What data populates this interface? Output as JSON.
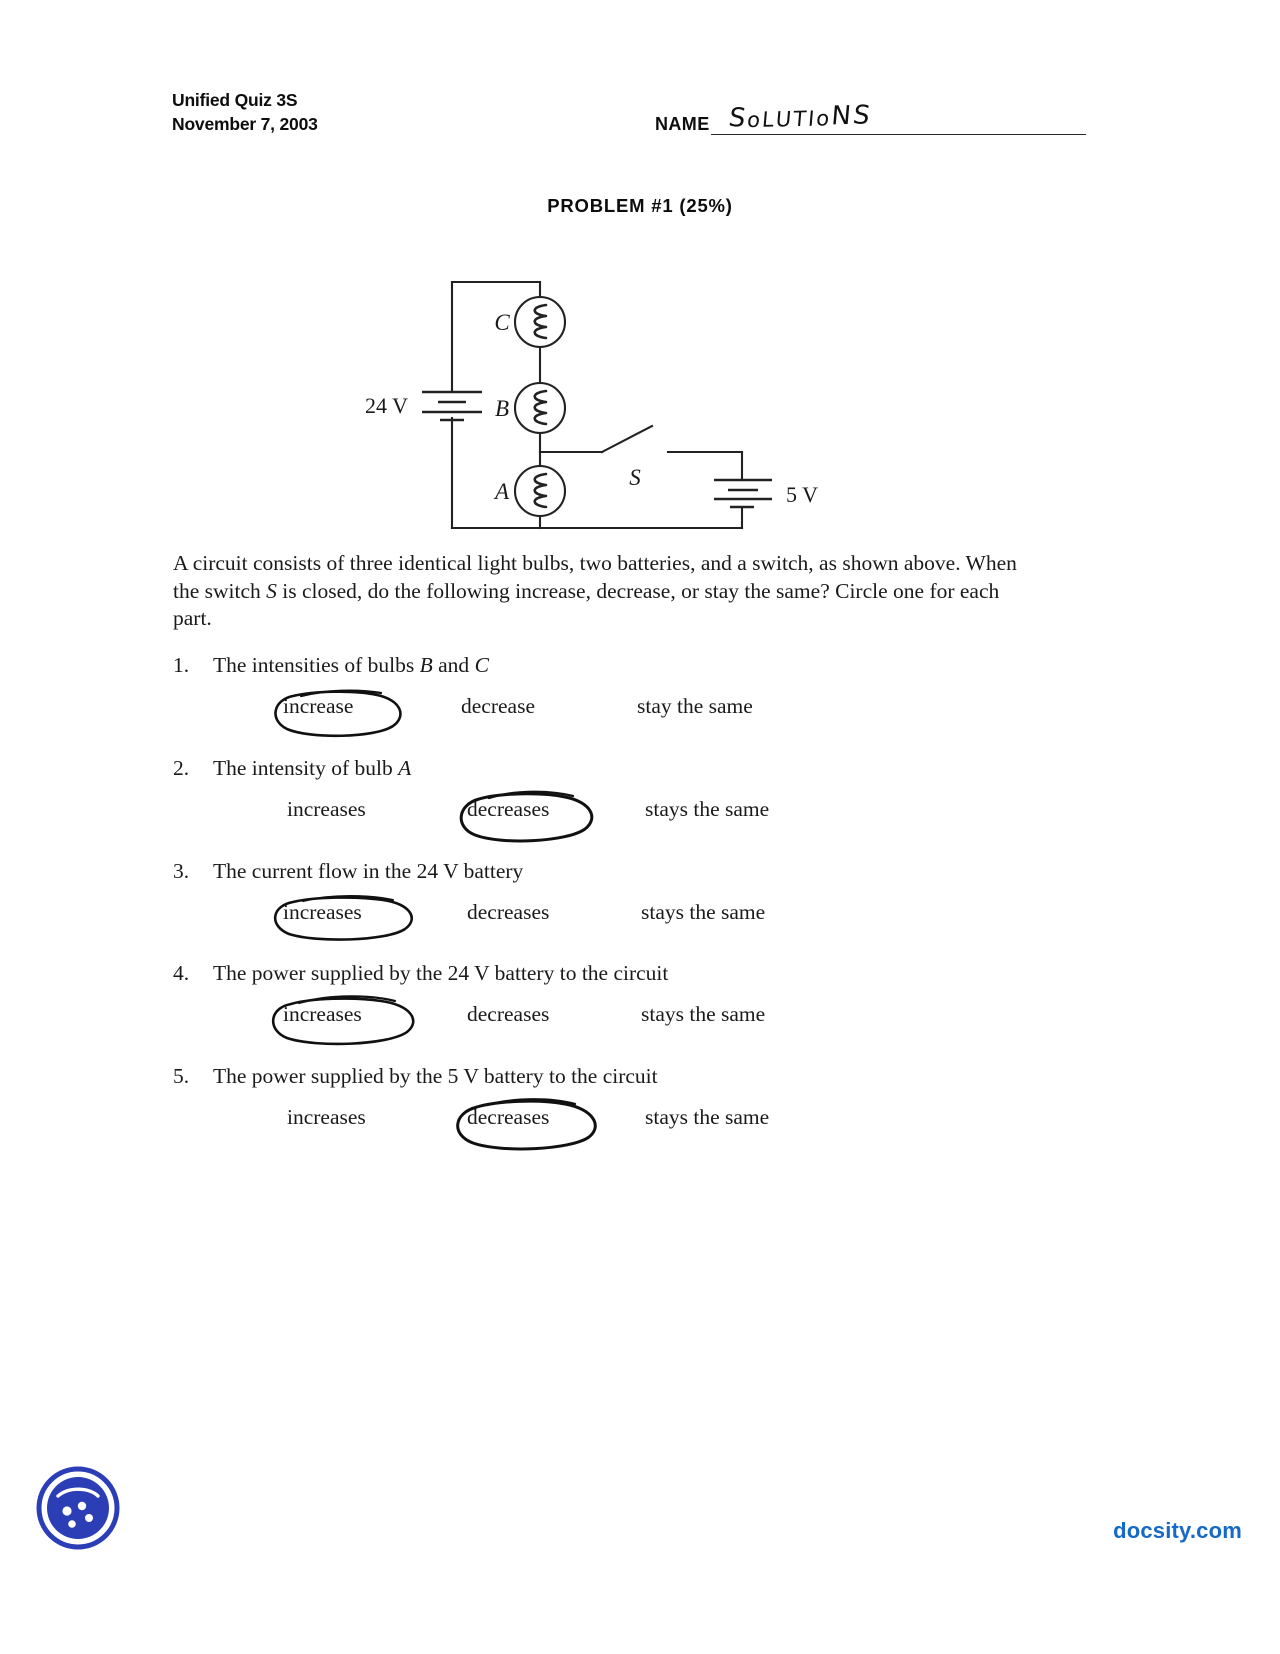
{
  "header": {
    "quiz_title": "Unified Quiz 3S",
    "date": "November 7, 2003",
    "name_label": "NAME",
    "name_value": "SOLUTIONS"
  },
  "problem": {
    "title": "PROBLEM #1 (25%)"
  },
  "circuit": {
    "battery_left_label": "24 V",
    "battery_right_label": "5 V",
    "bulb_top_label": "C",
    "bulb_middle_label": "B",
    "bulb_bottom_label": "A",
    "switch_label": "S"
  },
  "description": {
    "line1": "A circuit consists of three identical light bulbs, two batteries, and a switch, as",
    "line2_a": "shown above. When the switch ",
    "line2_italic": "S",
    "line2_b": " is closed, do the following increase, decrease,",
    "line3": "or stay the same? Circle one for each part."
  },
  "questions": [
    {
      "number": "1.",
      "text_a": "The intensities of bulbs ",
      "text_italic1": "B",
      "text_mid": " and ",
      "text_italic2": "C",
      "text_b": "",
      "options": [
        "increase",
        "decrease",
        "stay the same"
      ],
      "circled_index": 0
    },
    {
      "number": "2.",
      "text_a": "The intensity of bulb ",
      "text_italic1": "A",
      "text_mid": "",
      "text_italic2": "",
      "text_b": "",
      "options": [
        "increases",
        "decreases",
        "stays the same"
      ],
      "circled_index": 1
    },
    {
      "number": "3.",
      "text_a": "The current flow in the 24 V battery",
      "text_italic1": "",
      "text_mid": "",
      "text_italic2": "",
      "text_b": "",
      "options": [
        "increases",
        "decreases",
        "stays the same"
      ],
      "circled_index": 0
    },
    {
      "number": "4.",
      "text_a": "The power supplied by the 24 V battery to the circuit",
      "text_italic1": "",
      "text_mid": "",
      "text_italic2": "",
      "text_b": "",
      "options": [
        "increases",
        "decreases",
        "stays the same"
      ],
      "circled_index": 0
    },
    {
      "number": "5.",
      "text_a": "The power supplied by the 5 V battery to the circuit",
      "text_italic1": "",
      "text_mid": "",
      "text_italic2": "",
      "text_b": "",
      "options": [
        "increases",
        "decreases",
        "stays the same"
      ],
      "circled_index": 1
    }
  ],
  "footer": {
    "site": "docsity.com",
    "brand_color": "#1569c7",
    "logo_color": "#2c3eb5"
  }
}
